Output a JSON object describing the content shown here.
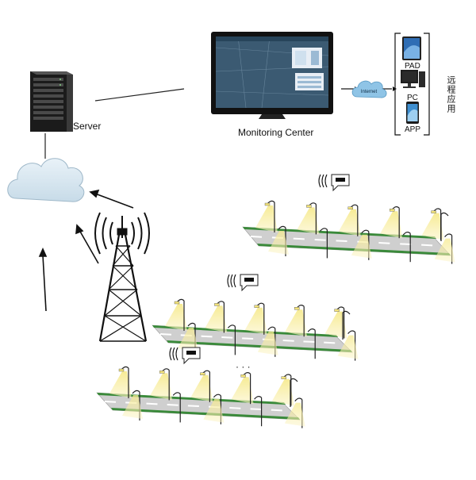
{
  "server": {
    "label": "Server",
    "icon": "server-rack-icon"
  },
  "monitoring_center": {
    "label": "Monitoring Center",
    "icon": "monitor-icon"
  },
  "internet": {
    "label": "Internet",
    "icon": "cloud-icon"
  },
  "devices": {
    "items": [
      {
        "label": "PAD",
        "icon": "tablet-icon"
      },
      {
        "label": "PC",
        "icon": "desktop-pc-icon"
      },
      {
        "label": "APP",
        "icon": "smartphone-icon"
      }
    ],
    "side_label": "远程应用"
  },
  "ellipsis": "· · ·",
  "colors": {
    "grass": "#3a8a3a",
    "road": "#cfcfcf",
    "lamp_light": "#f2e27a",
    "tower": "#111111",
    "cloud": "#d6e6f0",
    "screen": "#3b5a72"
  }
}
